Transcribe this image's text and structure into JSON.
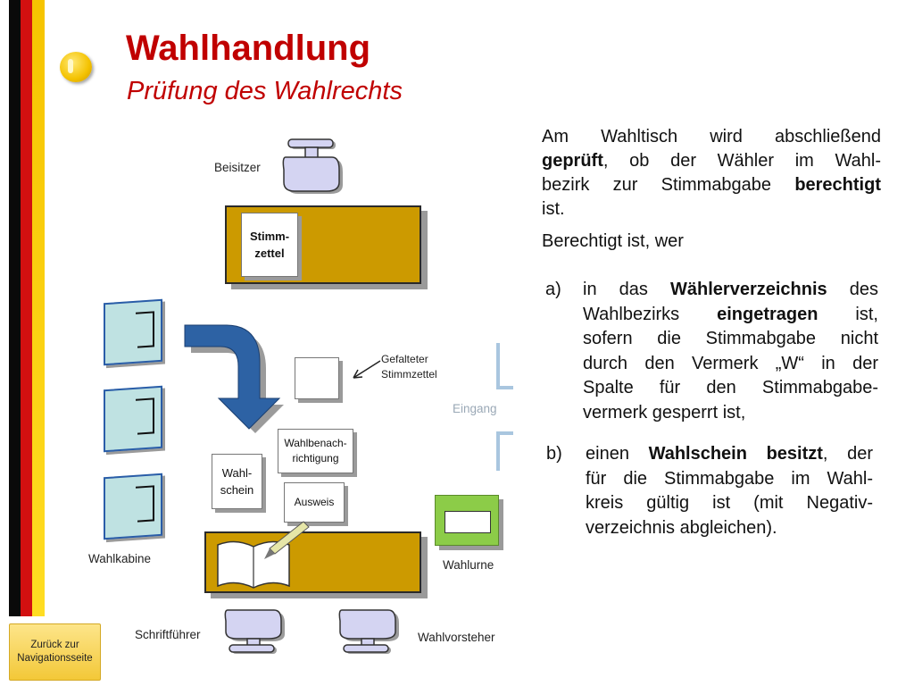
{
  "header": {
    "title": "Wahlhandlung",
    "subtitle": "Prüfung des Wahlrechts"
  },
  "intro": {
    "lines": [
      [
        "Am Wahltisch wird ",
        "abschließend"
      ],
      [
        "",
        "geprüft",
        ", ob der Wähler im Wahl-"
      ],
      [
        "bezirk zur Stimmabgabe ",
        "berechtigt"
      ],
      [
        "ist."
      ]
    ]
  },
  "berechtigt": "Berechtigt ist, wer",
  "conditions": [
    {
      "label": "a)",
      "lines": [
        [
          "in das ",
          "Wählerverzeichnis",
          " des"
        ],
        [
          "Wahlbezirks ",
          "eingetragen",
          " ist,"
        ],
        [
          "sofern die Stimmabgabe nicht"
        ],
        [
          "durch den Vermerk „W“ in der"
        ],
        [
          "Spalte für den Stimmabgabe-"
        ],
        [
          "vermerk gesperrt ist,"
        ]
      ]
    },
    {
      "label": "b)",
      "lines": [
        [
          "einen ",
          "Wahlschein besitzt",
          ", der"
        ],
        [
          "für die Stimmabgabe im Wahl-"
        ],
        [
          "kreis gültig ist (mit Negativ-"
        ],
        [
          "verzeichnis abgleichen)."
        ]
      ]
    }
  ],
  "diagram": {
    "beisitzer": "Beisitzer",
    "stimmzettel": [
      "Stimm-",
      "zettel"
    ],
    "gefalteter": [
      "Gefalteter",
      "Stimmzettel"
    ],
    "eingang": "Eingang",
    "wahlbenachrichtigung": [
      "Wahlbenach-",
      "richtigung"
    ],
    "wahlschein": [
      "Wahl-",
      "schein"
    ],
    "ausweis": "Ausweis",
    "wahlkabine": "Wahlkabine",
    "wahlurne": "Wahlurne",
    "schriftfuehrer": "Schriftführer",
    "wahlvorsteher": "Wahlvorsteher"
  },
  "footer": {
    "back_button": [
      "Zurück zur",
      "Navigationsseite"
    ]
  },
  "colors": {
    "title_red": "#c00000",
    "table_gold": "#cc9a00",
    "booth_fill": "#bfe2e2",
    "booth_border": "#2a5da8",
    "arrow_blue": "#2d62a4",
    "person_fill": "#d4d4f2",
    "urn_green": "#8ccc48",
    "entrance_blue": "#a9c6df"
  },
  "icons": [
    "person-icon",
    "booth-icon",
    "arrow-icon",
    "ballot-box-icon",
    "book-icon",
    "pen-icon"
  ]
}
